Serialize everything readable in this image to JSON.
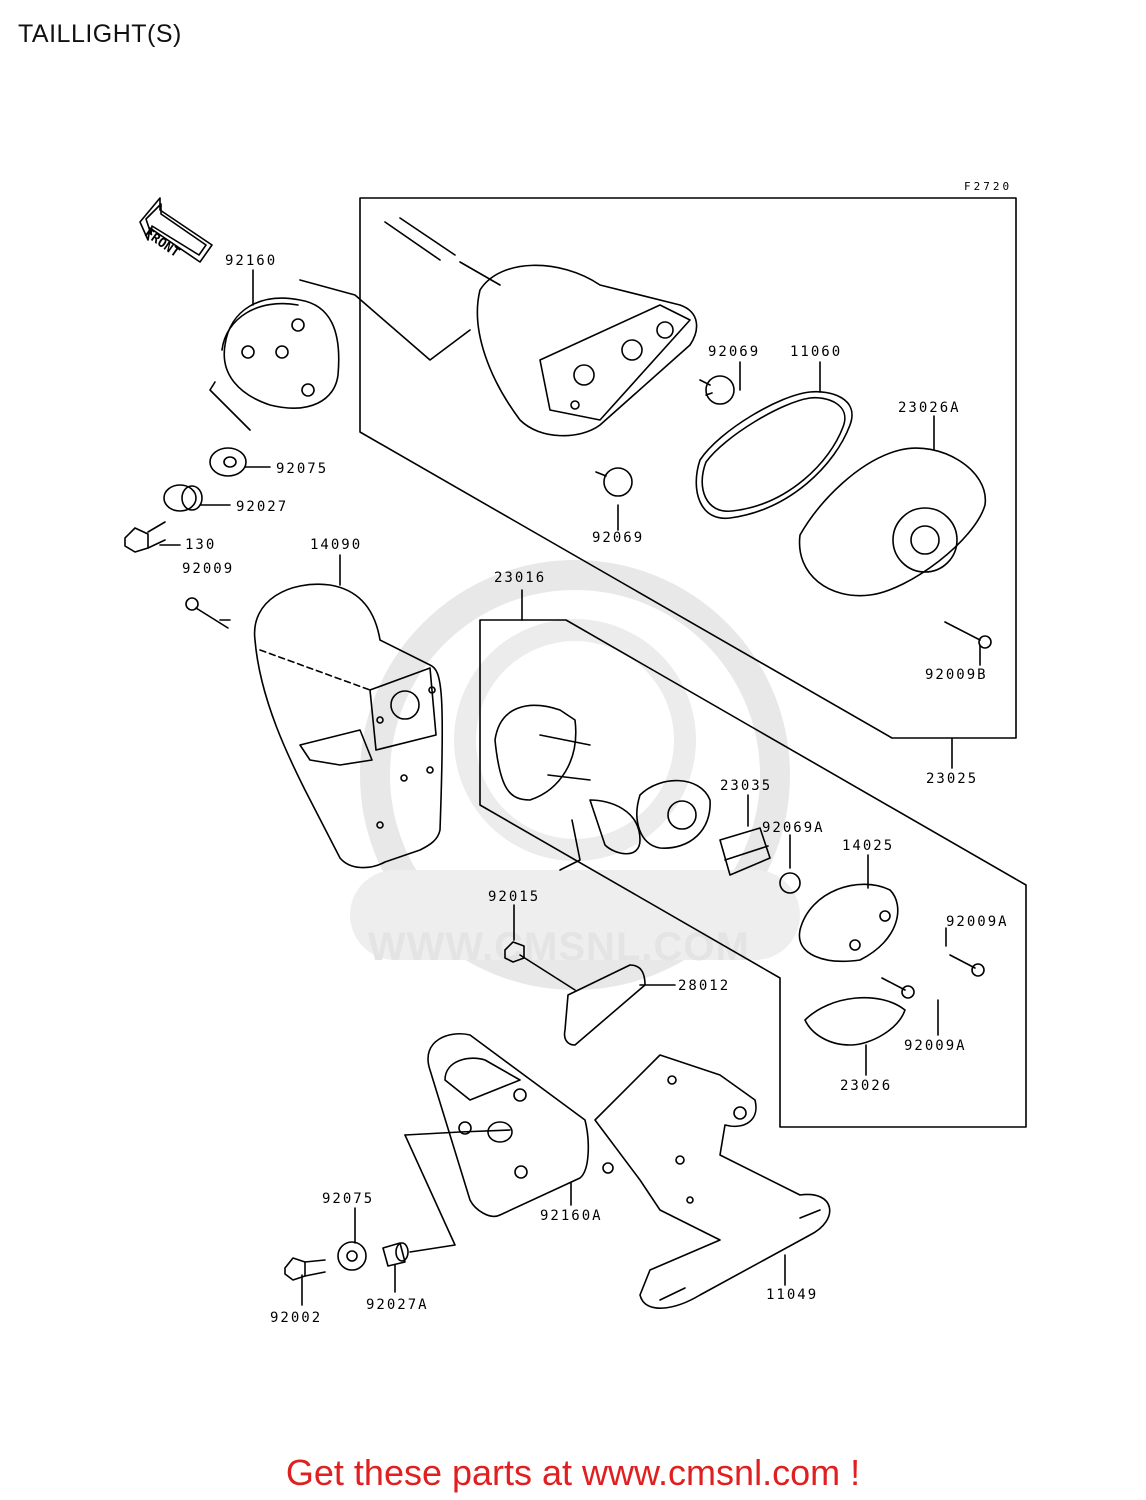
{
  "title": "TAILLIGHT(S)",
  "figure_code": "F2720",
  "front_label": "FRONT",
  "watermark": "WWW.CMSNL.COM",
  "footer": "Get these parts at www.cmsnl.com !",
  "colors": {
    "footer": "#e02020",
    "watermark": "#e4e4e4",
    "line": "#000000"
  },
  "parts": {
    "p92160": "92160",
    "p92075": "92075",
    "p92027": "92027",
    "p130": "130",
    "p92009": "92009",
    "p14090": "14090",
    "p92069_top": "92069",
    "p11060": "11060",
    "p23026A": "23026A",
    "p92069_bottom": "92069",
    "p23016": "23016",
    "p92009B": "92009B",
    "p23025": "23025",
    "p23035": "23035",
    "p92069A": "92069A",
    "p14025": "14025",
    "p92009A_1": "92009A",
    "p92015": "92015",
    "p28012": "28012",
    "p92009A_2": "92009A",
    "p23026": "23026",
    "p92075_b": "92075",
    "p92160A": "92160A",
    "p11049": "11049",
    "p92002": "92002",
    "p92027A": "92027A"
  }
}
